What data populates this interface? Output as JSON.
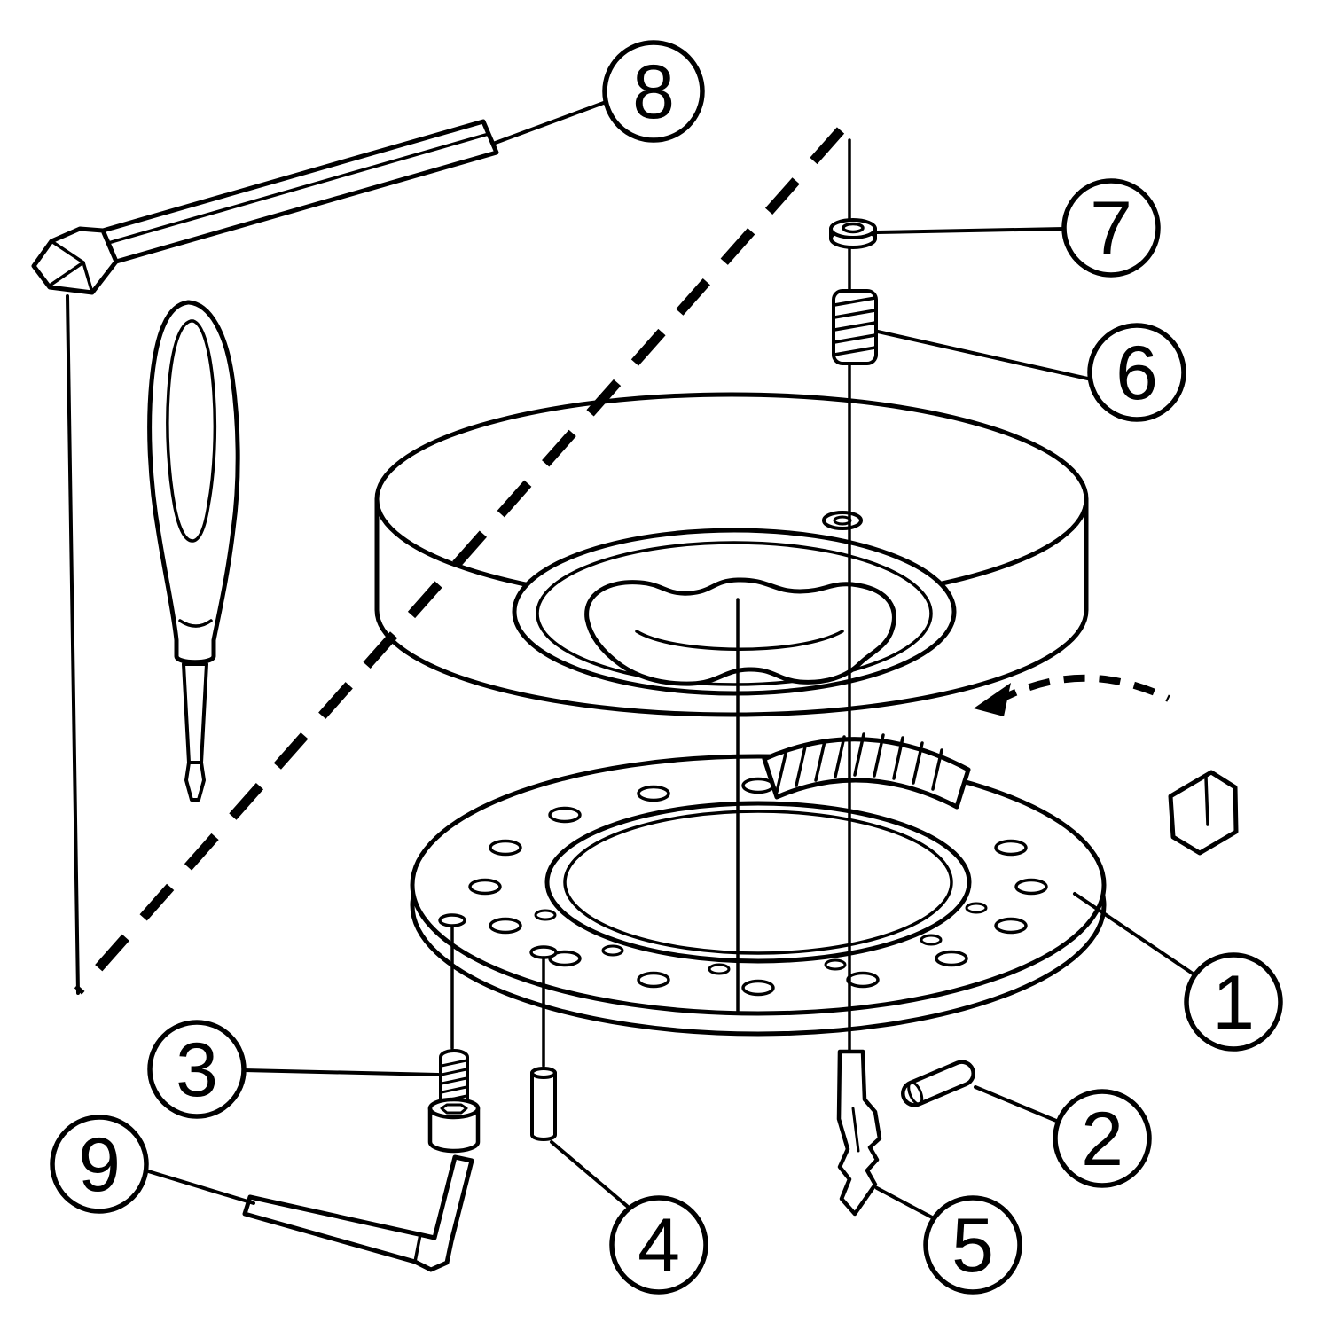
{
  "figure": {
    "type": "exploded-assembly-diagram",
    "background_color": "#ffffff",
    "line_color": "#000000",
    "callouts": [
      {
        "label": "1"
      },
      {
        "label": "2"
      },
      {
        "label": "3"
      },
      {
        "label": "4"
      },
      {
        "label": "5"
      },
      {
        "label": "6"
      },
      {
        "label": "7"
      },
      {
        "label": "8"
      },
      {
        "label": "9"
      }
    ]
  }
}
